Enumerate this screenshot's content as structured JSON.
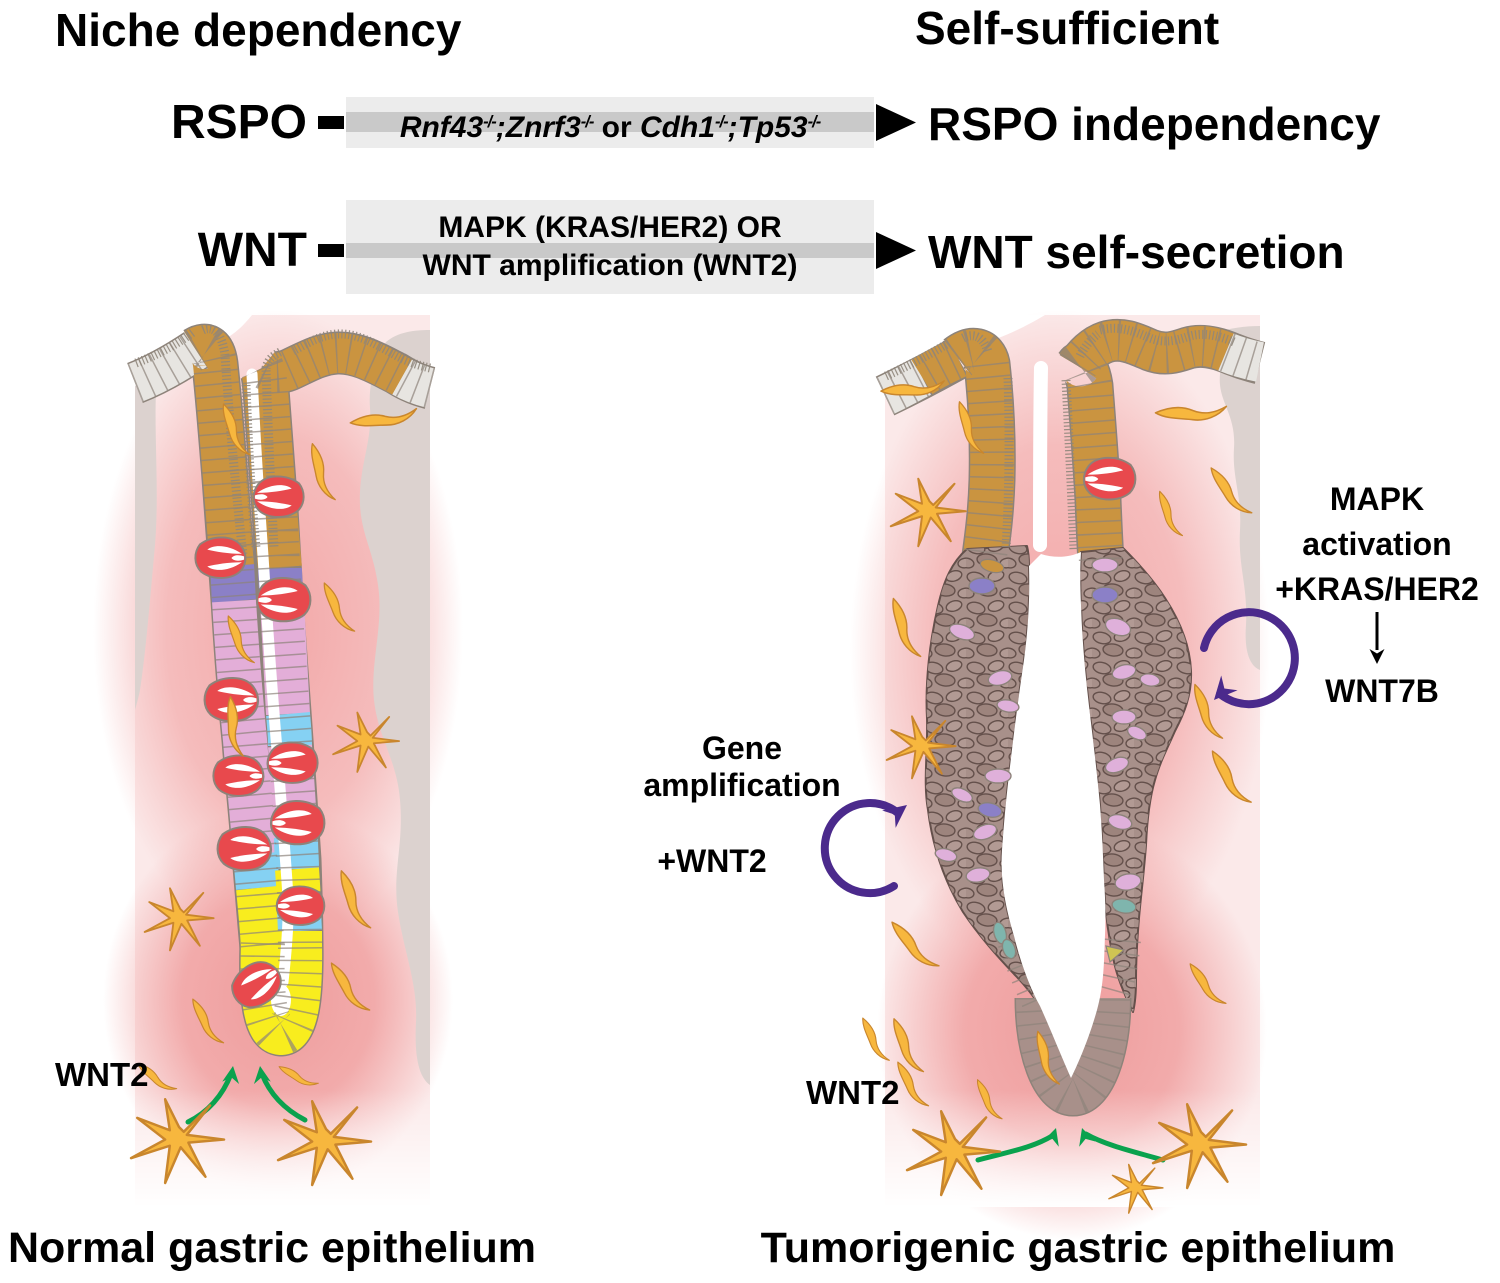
{
  "header": {
    "left": "Niche dependency",
    "right": "Self-sufficient"
  },
  "pathways": {
    "rspo": {
      "label": "RSPO",
      "result": "RSPO independency",
      "mutation": {
        "gene1": "Rnf43",
        "sup1": "-/-",
        "sep1": ";",
        "gene2": "Znrf3",
        "sup2": "-/-",
        "sep2": " or ",
        "gene3": "Cdh1",
        "sup3": "-/-",
        "sep3": ";",
        "gene4": "Tp53",
        "sup4": "-/-"
      }
    },
    "wnt": {
      "label": "WNT",
      "result": "WNT self-secretion",
      "mechanism_line1": "MAPK (KRAS/HER2) OR",
      "mechanism_line2": "WNT amplification (WNT2)"
    }
  },
  "panels": {
    "left": {
      "caption": "Normal gastric epithelium",
      "wnt2_label": "WNT2"
    },
    "right": {
      "caption": "Tumorigenic gastric epithelium",
      "wnt2_label": "WNT2",
      "annotation_gene": {
        "line1": "Gene",
        "line2": "amplification",
        "line3": "+WNT2"
      },
      "annotation_mapk": {
        "line1": "MAPK",
        "line2": "activation",
        "line3": "+KRAS/HER2",
        "arrow": "↓",
        "line4": "WNT7B"
      }
    }
  },
  "colors": {
    "bg_pale": "#fbe9e9",
    "glow": "#f2a8a8",
    "glow_deep": "#ee9c9c",
    "taupe": "#dcd2cf",
    "tan": "#ca9440",
    "gray_cell": "#e7e5e1",
    "outline": "#8d837a",
    "fuzz": "#8f867b",
    "red_cell": "#e8494d",
    "purple_cell": "#8b80c7",
    "pink_cell": "#e3aed8",
    "blue_cell": "#85d1f3",
    "yellow_cell": "#f8ed1e",
    "mass": "#a8908a",
    "mass2": "#b29a94",
    "mass3": "#9d847d",
    "mass_line": "#64504b",
    "dys_pink": "#dfb0da",
    "dys_purple": "#8b80c7",
    "dys_teal": "#7fb5ad",
    "dys_yellow": "#cfc453",
    "fibro": "#f7b73e",
    "fibro_line": "#c9862d",
    "green": "#0aa24e",
    "purple_arrow": "#4b2a8c",
    "box_bg": "#ececec",
    "box_band": "#c9c9c9"
  }
}
